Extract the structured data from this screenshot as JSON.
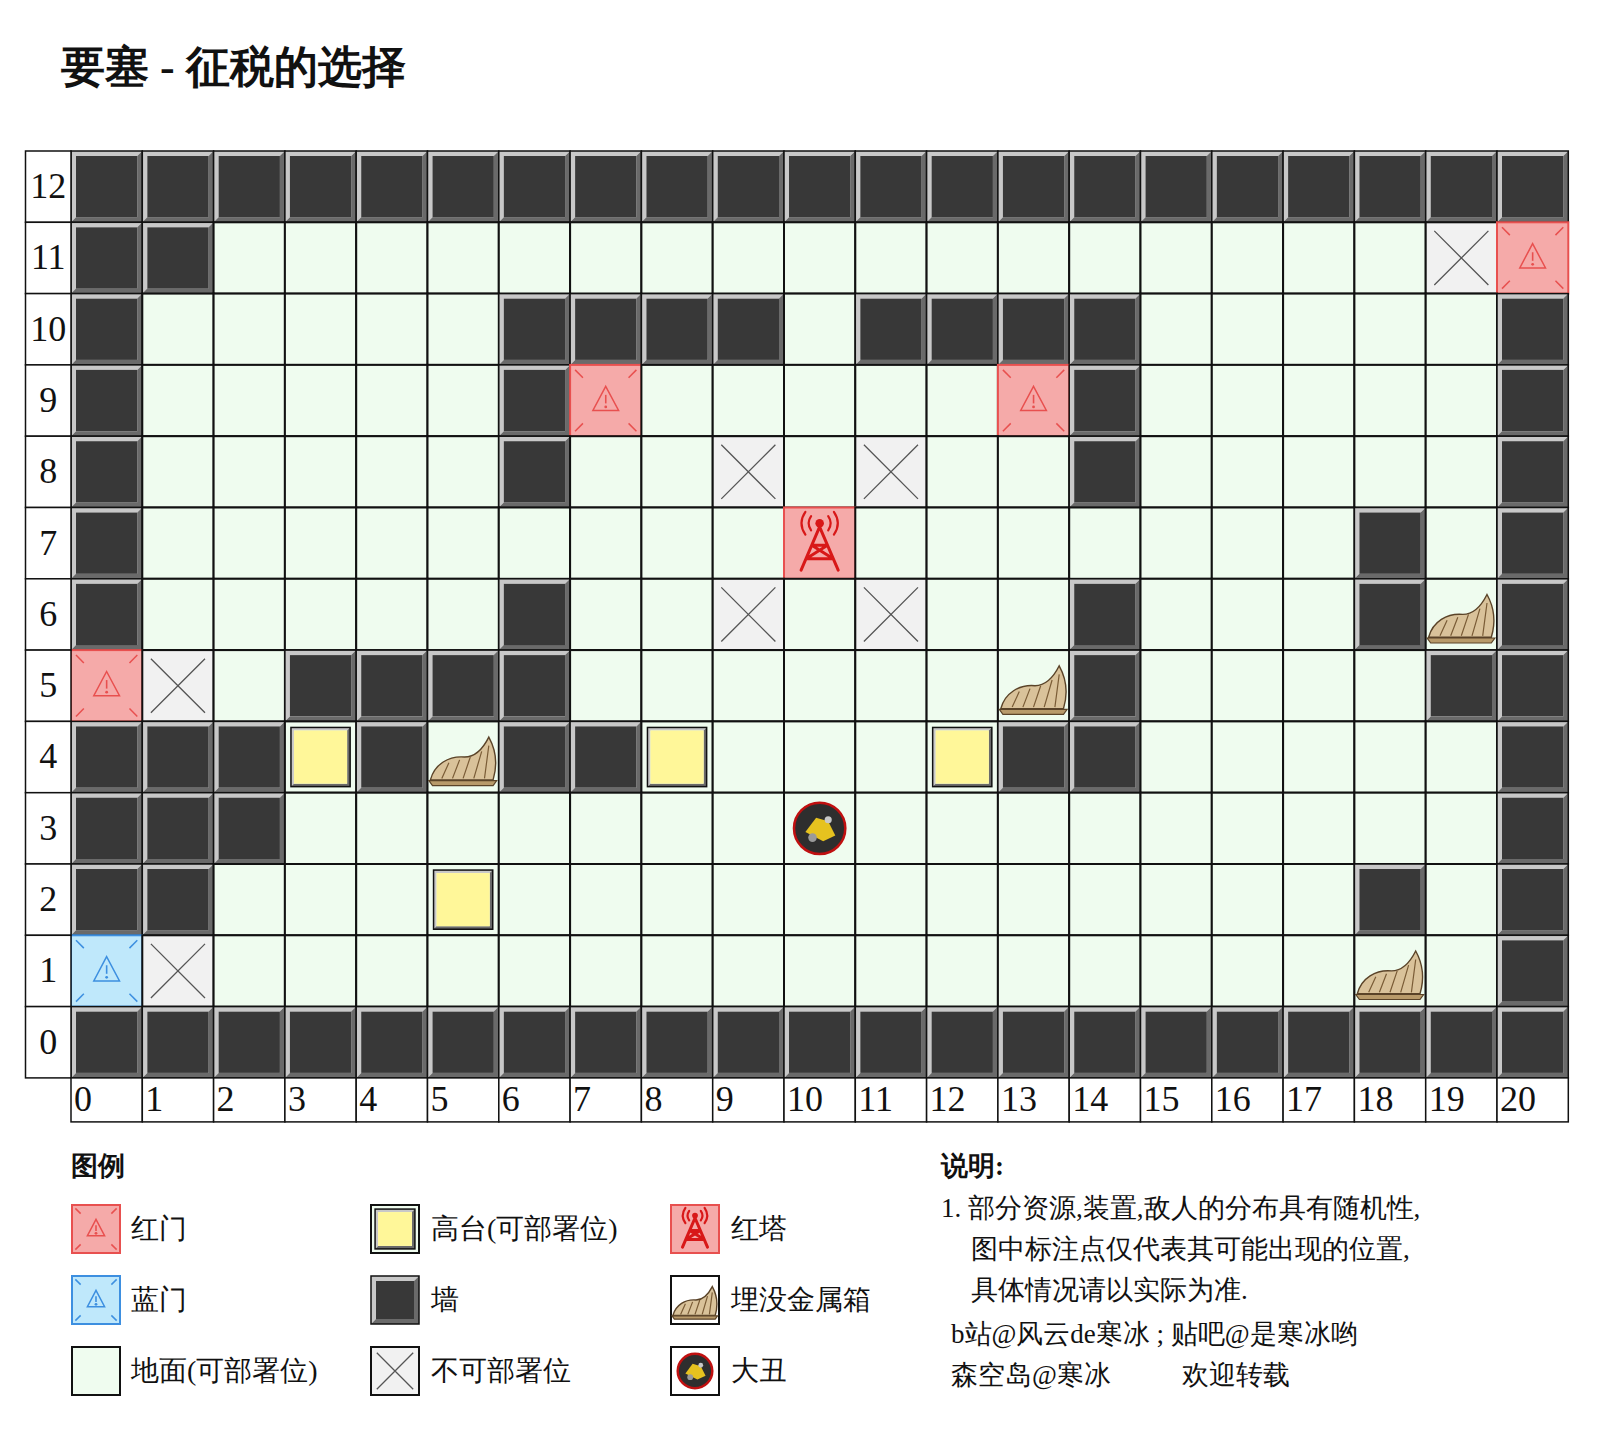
{
  "diagram": {
    "title": "要塞 - 征税的选择",
    "labels": [
      "12",
      "11",
      "10",
      "9",
      "8",
      "7",
      "6",
      "5",
      "4",
      "3",
      "2",
      "1",
      "0",
      "0",
      "1",
      "2",
      "3",
      "4",
      "5",
      "6",
      "7",
      "8",
      "9",
      "10",
      "11",
      "12",
      "13",
      "14",
      "15",
      "16",
      "17",
      "18",
      "19",
      "20",
      "图例",
      "说明:",
      "1. 部分资源,装置,敌人的分布具有随机性, 图中标注点仅代表其可能出现的位置, 具体情况请以实际为准.",
      "b站@风云de寒冰 ; 贴吧@是寒冰哟",
      "森空岛@寒冰",
      "欢迎转载"
    ],
    "legend": [
      {
        "text": "红门"
      },
      {
        "text": "蓝门"
      },
      {
        "text": "地面(可部署位)",
        "color": "#effcef"
      },
      {
        "text": "高台(可部署位)",
        "color": "#fff799"
      },
      {
        "text": "墙",
        "color": "#383838"
      },
      {
        "text": "不可部署位"
      },
      {
        "text": "红塔"
      },
      {
        "text": "埋没金属箱"
      },
      {
        "text": "大丑"
      }
    ]
  }
}
